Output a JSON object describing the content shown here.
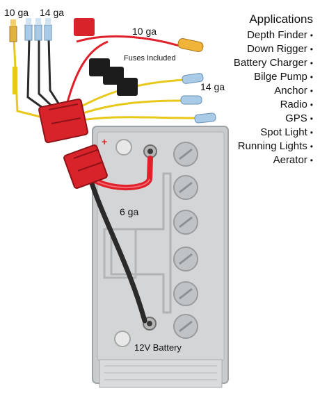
{
  "labels": {
    "wire_10ga_left": "10 ga",
    "wire_14ga_left": "14 ga",
    "wire_10ga_right": "10 ga",
    "fuses": "Fuses Included",
    "wire_14ga_right": "14 ga",
    "wire_6ga": "6 ga",
    "battery": "12V Battery",
    "plus_sign": "+"
  },
  "applications": {
    "title": "Applications",
    "items": [
      "Depth Finder",
      "Down Rigger",
      "Battery Charger",
      "Bilge Pump",
      "Anchor",
      "Radio",
      "GPS",
      "Spot Light",
      "Running Lights",
      "Aerator"
    ],
    "bullet": "•"
  },
  "colors": {
    "red_wire": "#e0202a",
    "yellow_wire": "#e8c81a",
    "black_wire": "#2a2a2a",
    "connector_red": "#d8232a",
    "battery_gray": "#c9cbcc",
    "fuse_black": "#1c1c1c",
    "terminal_ring": "#d9a33a",
    "terminal_blue": "#9fc4e4"
  }
}
